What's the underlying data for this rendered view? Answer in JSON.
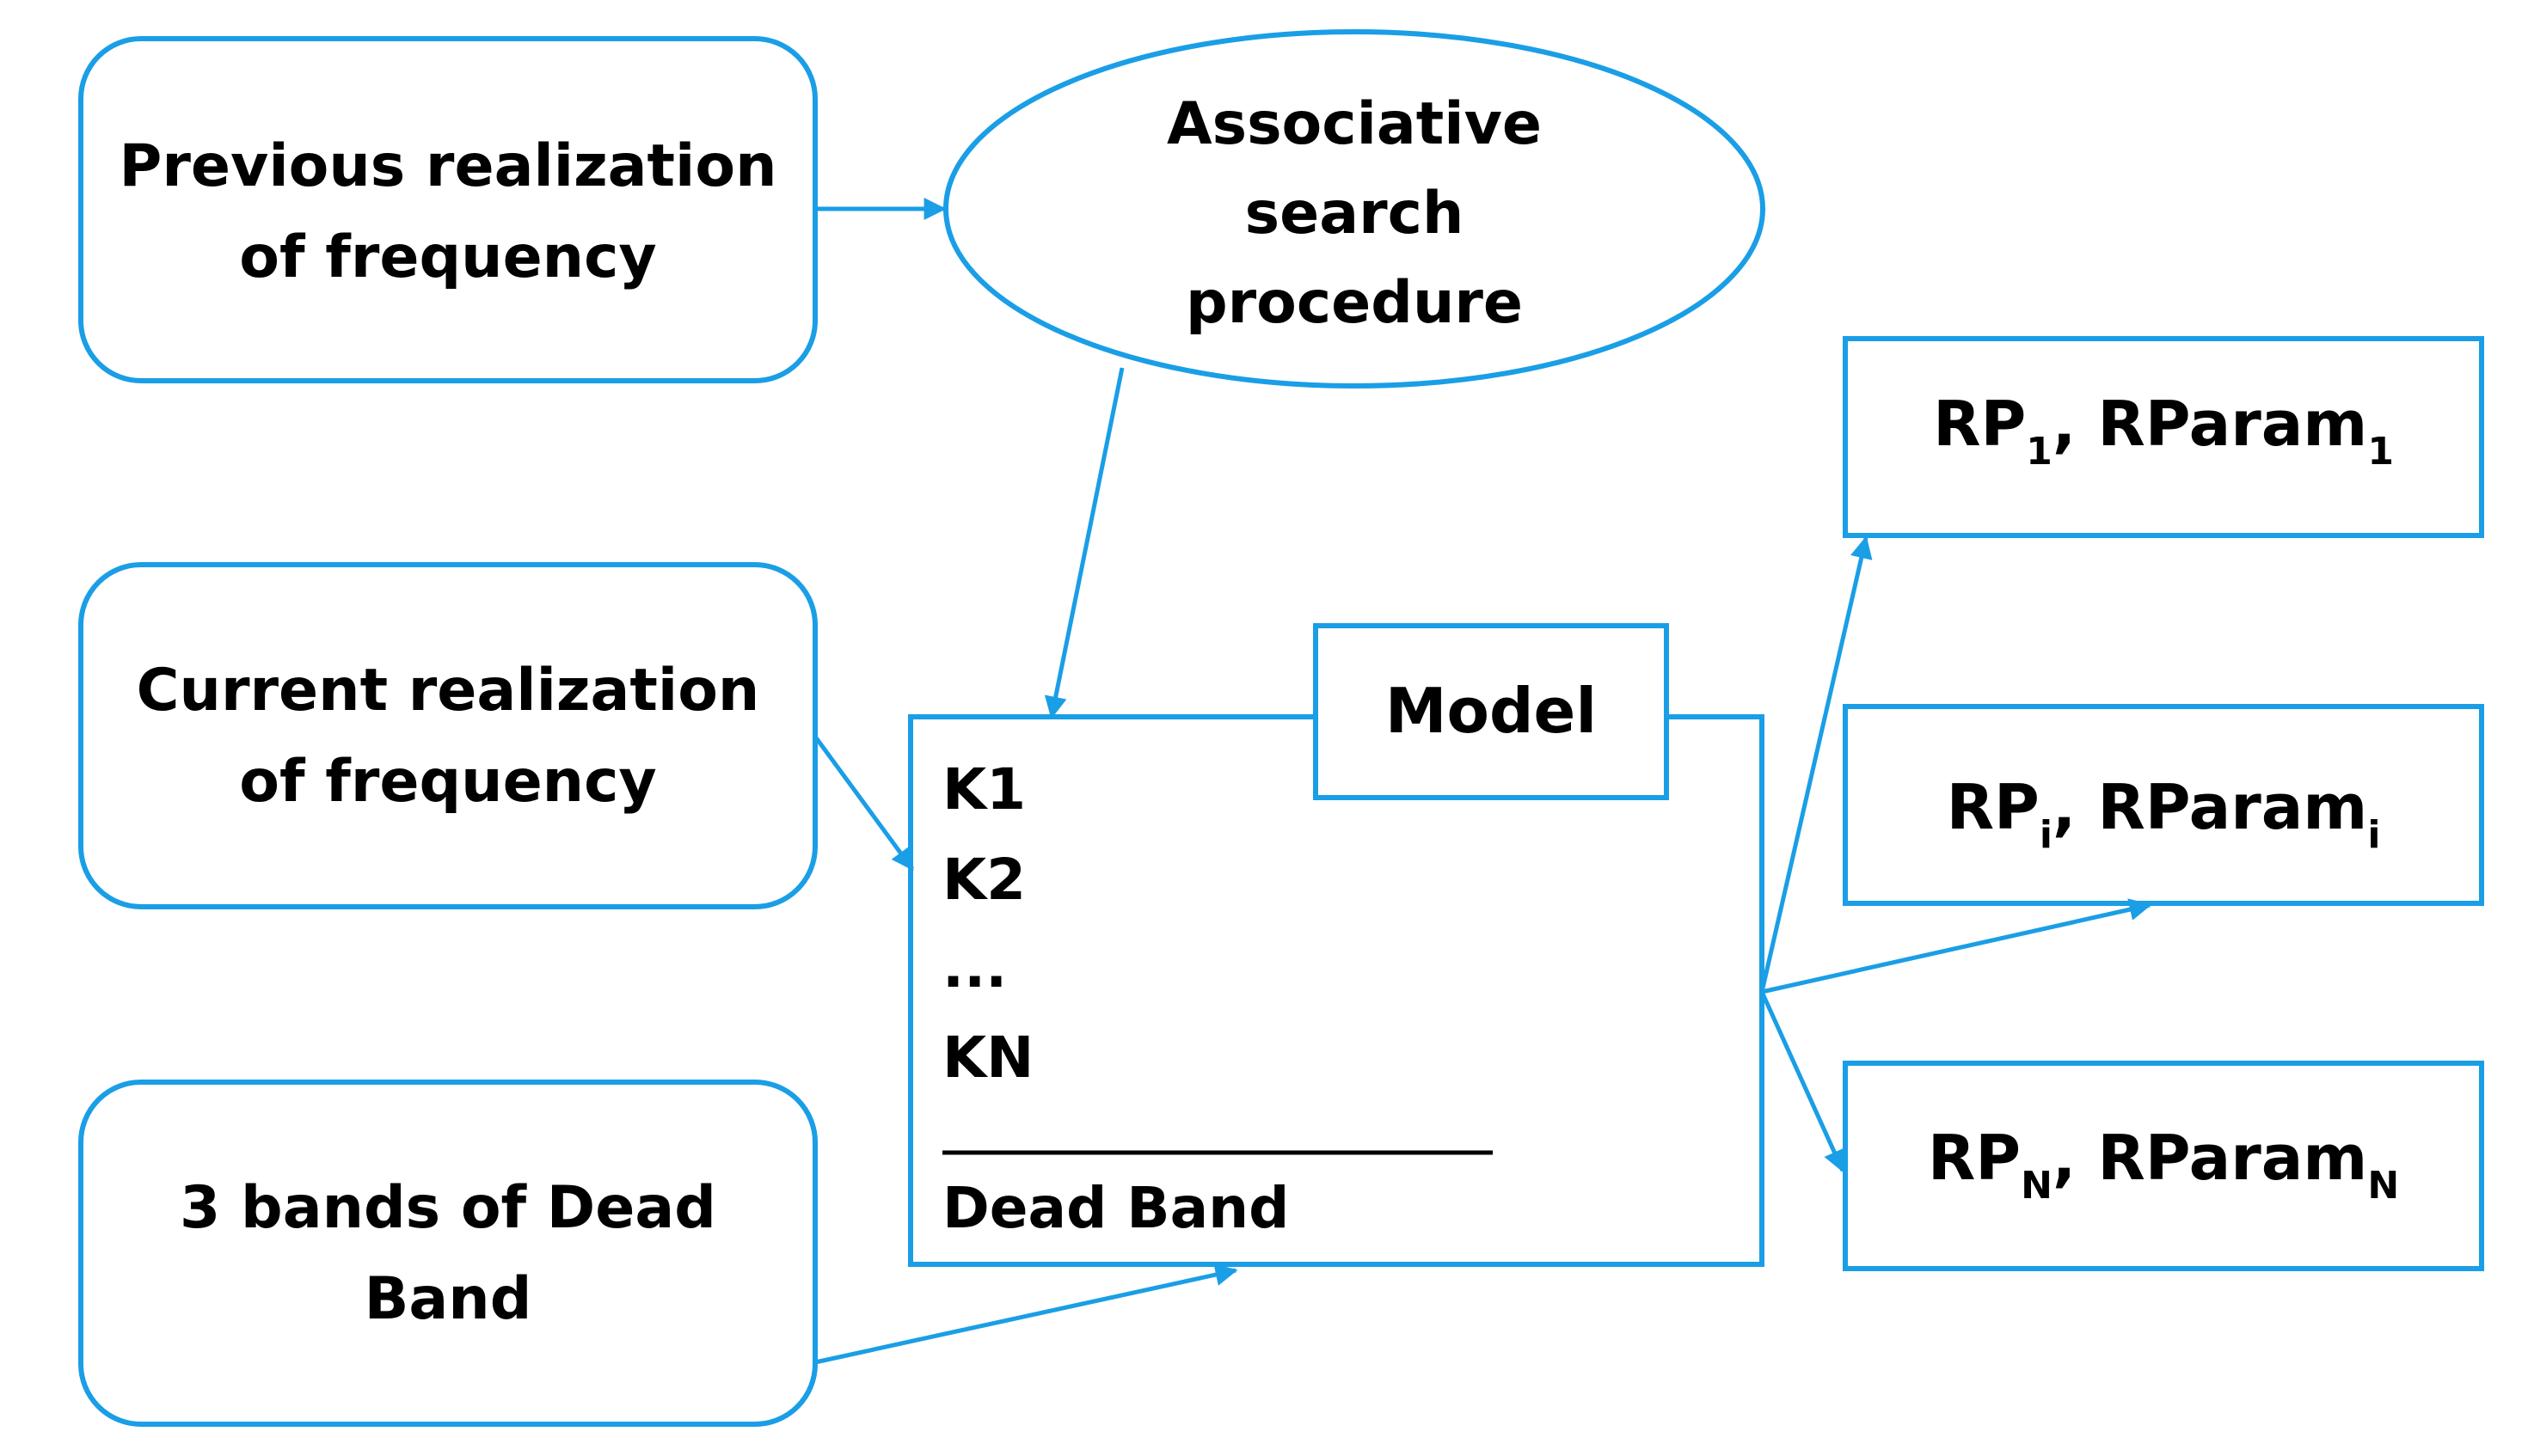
{
  "colors": {
    "stroke": "#1a9ee6",
    "text": "#000000",
    "background": "#ffffff"
  },
  "inputs": {
    "previous": [
      "Previous realization",
      "of frequency"
    ],
    "current": [
      "Current realization",
      "of frequency"
    ],
    "dead_band": [
      "3 bands of Dead",
      "Band"
    ]
  },
  "search": [
    "Associative",
    "search",
    "procedure"
  ],
  "model": {
    "title": "Model",
    "coefficients": [
      "K1",
      "K2",
      "...",
      "KN"
    ],
    "footer": "Dead Band"
  },
  "outputs": [
    {
      "rp": "RP",
      "rp_sub": "1",
      "sep": ", ",
      "param": "RParam",
      "param_sub": "1"
    },
    {
      "rp": "RP",
      "rp_sub": "i",
      "sep": ", ",
      "param": "RParam",
      "param_sub": "i"
    },
    {
      "rp": "RP",
      "rp_sub": "N",
      "sep": ", ",
      "param": "RParam",
      "param_sub": "N"
    }
  ]
}
